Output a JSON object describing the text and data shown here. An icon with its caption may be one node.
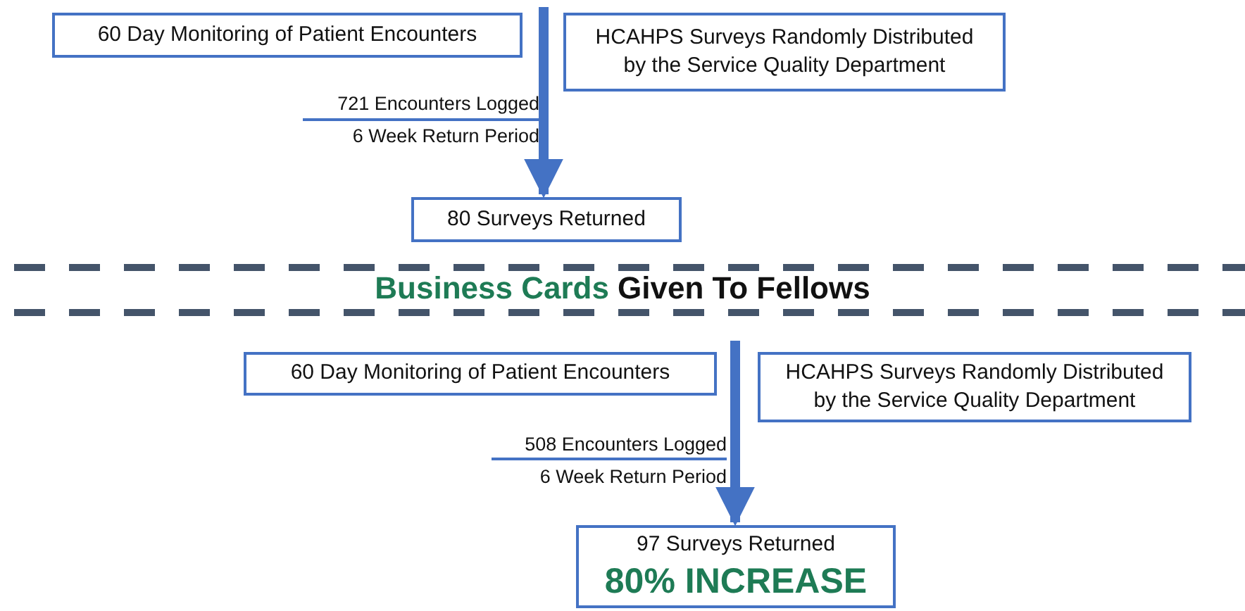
{
  "diagram": {
    "title": "**Business Cards** Given To Fellows",
    "nodes": [
      {
        "text": [
          "60 Day Monitoring of Patient Encounters"
        ]
      },
      {
        "text": [
          "HCAHPS Surveys Randomly Distributed by the Service Quality Department"
        ]
      },
      {
        "text": [
          "80 Surveys Returned"
        ]
      },
      {
        "text": [
          "60 Day Monitoring of Patient Encounters"
        ]
      },
      {
        "text": [
          "HCAHPS Surveys Randomly Distributed by the Service Quality Department"
        ]
      },
      {
        "text": [
          "97 Surveys Returned",
          "80% INCREASE"
        ]
      }
    ],
    "edges": [
      {
        "from": null,
        "to": 2,
        "arrow": "to"
      },
      {
        "from": null,
        "to": 5,
        "arrow": "to"
      }
    ],
    "labels": [
      "721 Encounters Logged",
      "6 Week Return Period",
      "508 Encounters Logged",
      "6 Week Return Period"
    ]
  }
}
